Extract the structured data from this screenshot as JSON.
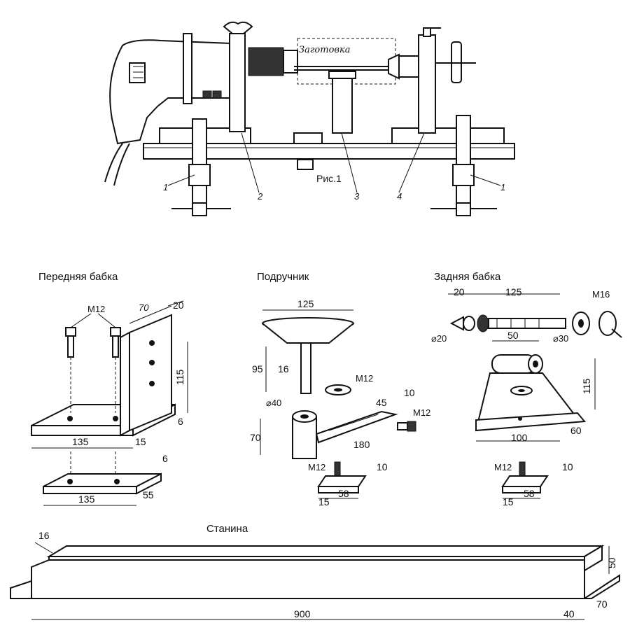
{
  "figure": {
    "label": "Рис.1",
    "workpiece": "Заготовка",
    "callouts": [
      "1",
      "2",
      "3",
      "4",
      "1"
    ]
  },
  "sections": {
    "headstock": "Передняя бабка",
    "toolrest": "Подручник",
    "tailstock": "Задняя бабка",
    "bed": "Станина"
  },
  "headstock_dims": {
    "bolt": "M12",
    "d70": "70",
    "d20": "20",
    "d115": "115",
    "d6": "6",
    "d135": "135",
    "d15": "15",
    "p_d6": "6",
    "p_d135": "135",
    "p_d55": "55"
  },
  "toolrest_dims": {
    "d125": "125",
    "d95": "95",
    "d16": "16",
    "m12_washer": "M12",
    "d10": "10",
    "d45": "45",
    "m12_bolt": "M12",
    "d40": "⌀40",
    "d70": "70",
    "d180": "180",
    "p_m12": "M12",
    "p_d10": "10",
    "p_d15": "15",
    "p_d58": "58"
  },
  "tailstock_dims": {
    "d20": "20",
    "d125": "125",
    "m16": "M16",
    "d20dia": "⌀20",
    "d50": "50",
    "d30dia": "⌀30",
    "d115": "115",
    "d100": "100",
    "d60": "60",
    "p_m12": "M12",
    "p_d10": "10",
    "p_d15": "15",
    "p_d58": "58"
  },
  "bed_dims": {
    "d16": "16",
    "d900": "900",
    "d40": "40",
    "d70": "70",
    "d50": "50"
  }
}
